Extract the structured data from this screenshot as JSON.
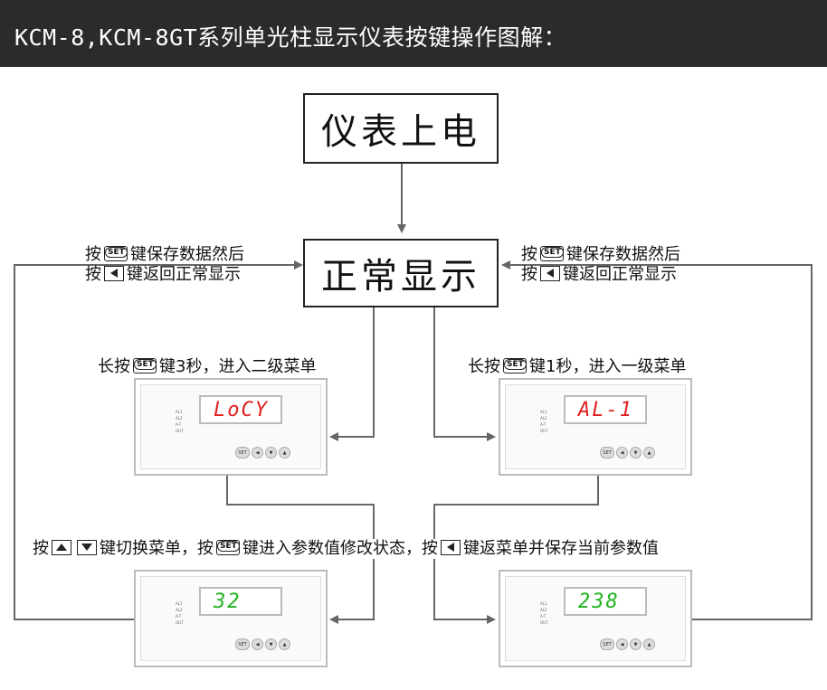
{
  "header": {
    "title": "KCM-8,KCM-8GT系列单光柱显示仪表按键操作图解："
  },
  "boxes": {
    "power_on": "仪表上电",
    "normal_display": "正常显示"
  },
  "labels": {
    "left_save": "键保存数据然后",
    "left_back": "键返回正常显示",
    "right_save": "键保存数据然后",
    "right_back": "键返回正常显示",
    "press": "按",
    "long_press": "长按",
    "left_long": "键3秒，进入二级菜单",
    "right_long": "键1秒，进入一级菜单",
    "bottom_key": "键",
    "bottom_switch": "键切换菜单，按",
    "bottom_enter": "键进入参数值修改状态，按",
    "bottom_return": "键返菜单并保存当前参数值"
  },
  "keys": {
    "set": "SET"
  },
  "devices": [
    {
      "display": "LoCY",
      "color": "#e02020"
    },
    {
      "display": "AL-1",
      "color": "#e02020"
    },
    {
      "display": "32",
      "color": "#22b422"
    },
    {
      "display": "238",
      "color": "#22b422"
    }
  ],
  "device_indicators": [
    "AL1",
    "AL2",
    "A-T",
    "OUT"
  ],
  "device_buttons": [
    "SET",
    "◀",
    "▼",
    "▲"
  ]
}
